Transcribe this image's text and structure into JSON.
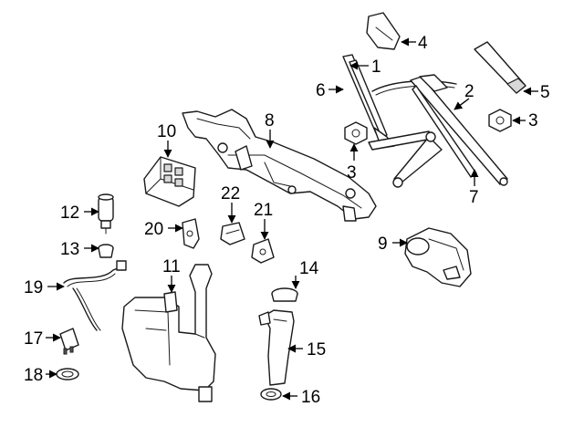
{
  "callouts": [
    {
      "id": "c1",
      "label": "1"
    },
    {
      "id": "c2",
      "label": "2"
    },
    {
      "id": "c3a",
      "label": "3"
    },
    {
      "id": "c3b",
      "label": "3"
    },
    {
      "id": "c4",
      "label": "4"
    },
    {
      "id": "c5",
      "label": "5"
    },
    {
      "id": "c6",
      "label": "6"
    },
    {
      "id": "c7",
      "label": "7"
    },
    {
      "id": "c8",
      "label": "8"
    },
    {
      "id": "c9",
      "label": "9"
    },
    {
      "id": "c10",
      "label": "10"
    },
    {
      "id": "c11",
      "label": "11"
    },
    {
      "id": "c12",
      "label": "12"
    },
    {
      "id": "c13",
      "label": "13"
    },
    {
      "id": "c14",
      "label": "14"
    },
    {
      "id": "c15",
      "label": "15"
    },
    {
      "id": "c16",
      "label": "16"
    },
    {
      "id": "c17",
      "label": "17"
    },
    {
      "id": "c18",
      "label": "18"
    },
    {
      "id": "c19",
      "label": "19"
    },
    {
      "id": "c20",
      "label": "20"
    },
    {
      "id": "c21",
      "label": "21"
    },
    {
      "id": "c22",
      "label": "22"
    }
  ],
  "colors": {
    "line": "#1a1a1a",
    "background": "#ffffff"
  }
}
